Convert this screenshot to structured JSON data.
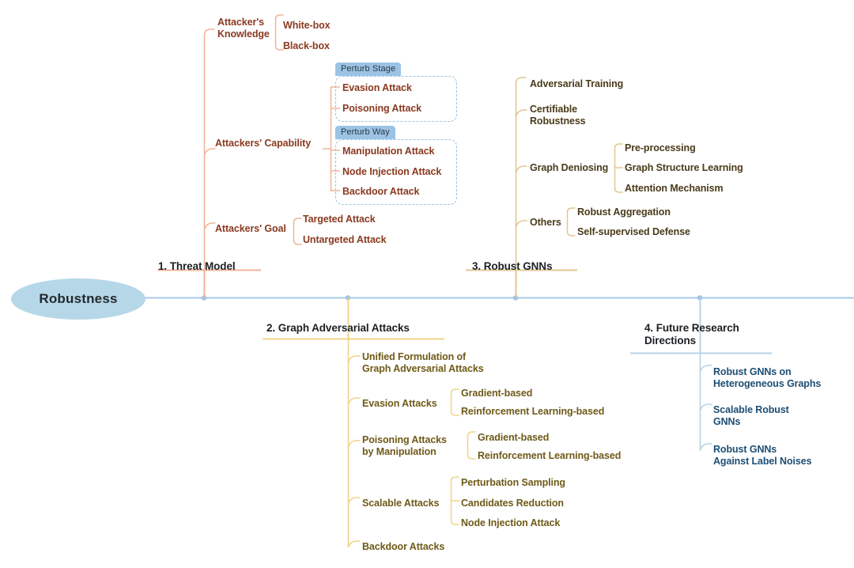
{
  "diagram": {
    "title": "Robustness",
    "type": "mind-map",
    "root": {
      "label": "Robustness",
      "color": "#b6d7e8"
    },
    "colors": {
      "spine": "#a8c8e8",
      "branch1": "#f0b49a",
      "branch2": "#f0d48a",
      "branch3": "#e3c693",
      "branch4": "#b7d3e6",
      "boundary_border": "#9dc3e0",
      "boundary_title_bg": "#9cc3e4"
    },
    "branches": [
      {
        "id": "threat-model",
        "label": "1. Threat Model",
        "color": "#f0b49a",
        "children": [
          {
            "label": "Attacker's\nKnowledge",
            "children": [
              {
                "label": "White-box"
              },
              {
                "label": "Black-box"
              }
            ]
          },
          {
            "label": "Attackers' Capability",
            "boundaries": [
              {
                "title": "Perturb Stage",
                "children": [
                  {
                    "label": "Evasion Attack"
                  },
                  {
                    "label": "Poisoning Attack"
                  }
                ]
              },
              {
                "title": "Perturb Way",
                "children": [
                  {
                    "label": "Manipulation Attack"
                  },
                  {
                    "label": "Node Injection Attack"
                  },
                  {
                    "label": "Backdoor Attack"
                  }
                ]
              }
            ]
          },
          {
            "label": "Attackers' Goal",
            "children": [
              {
                "label": "Targeted Attack"
              },
              {
                "label": "Untargeted Attack"
              }
            ]
          }
        ]
      },
      {
        "id": "graph-adversarial-attacks",
        "label": "2. Graph Adversarial Attacks",
        "color": "#f0d48a",
        "children": [
          {
            "label": "Unified Formulation of\nGraph Adversarial Attacks",
            "children": []
          },
          {
            "label": "Evasion Attacks",
            "children": [
              {
                "label": "Gradient-based"
              },
              {
                "label": "Reinforcement Learning-based"
              }
            ]
          },
          {
            "label": "Poisoning Attacks\nby Manipulation",
            "children": [
              {
                "label": "Gradient-based"
              },
              {
                "label": "Reinforcement Learning-based"
              }
            ]
          },
          {
            "label": "Scalable Attacks",
            "children": [
              {
                "label": "Perturbation Sampling"
              },
              {
                "label": "Candidates Reduction"
              },
              {
                "label": "Node Injection Attack"
              }
            ]
          },
          {
            "label": "Backdoor Attacks",
            "children": []
          }
        ]
      },
      {
        "id": "robust-gnns",
        "label": "3. Robust GNNs",
        "color": "#e3c693",
        "children": [
          {
            "label": "Adversarial Training",
            "children": []
          },
          {
            "label": "Certifiable\nRobustness",
            "children": []
          },
          {
            "label": "Graph Deniosing",
            "children": [
              {
                "label": "Pre-processing"
              },
              {
                "label": "Graph Structure Learning"
              },
              {
                "label": "Attention Mechanism"
              }
            ]
          },
          {
            "label": "Others",
            "children": [
              {
                "label": "Robust Aggregation"
              },
              {
                "label": "Self-supervised Defense"
              }
            ]
          }
        ]
      },
      {
        "id": "future-research-directions",
        "label": "4. Future Research\nDirections",
        "color": "#b7d3e6",
        "children": [
          {
            "label": "Robust GNNs on\nHeterogeneous Graphs",
            "children": []
          },
          {
            "label": "Scalable Robust\nGNNs",
            "children": []
          },
          {
            "label": "Robust GNNs\nAgainst Label Noises",
            "children": []
          }
        ]
      }
    ]
  }
}
